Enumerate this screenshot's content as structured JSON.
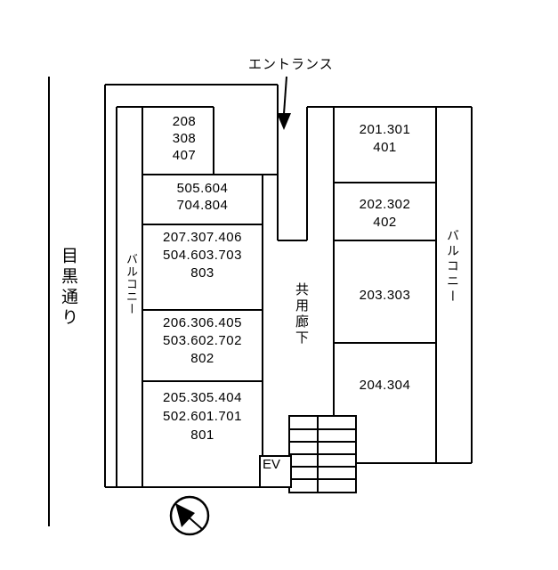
{
  "background": "#ffffff",
  "line_color": "#000000",
  "labels": {
    "entrance": "エントランス",
    "street": "目黒通り",
    "balcony_left": "バルコニー",
    "balcony_right": "バルコニー",
    "corridor": "共用廊下",
    "elevator": "EV"
  },
  "left_rooms": [
    "208\n308\n407",
    "505.604\n704.804",
    "207.307.406\n504.603.703\n803",
    "206.306.405\n503.602.702\n802",
    "205.305.404\n502.601.701\n801"
  ],
  "right_rooms": [
    "201.301\n401",
    "202.302\n402",
    "203.303",
    "204.304"
  ]
}
